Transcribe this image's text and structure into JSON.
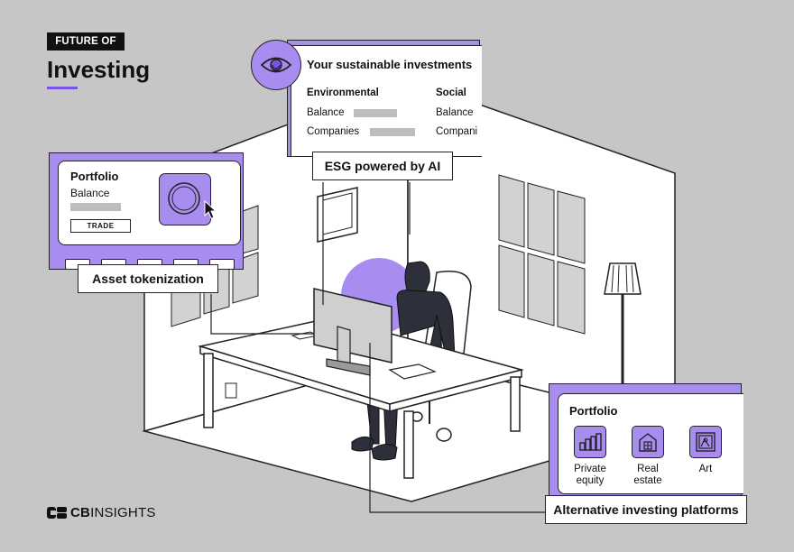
{
  "header": {
    "tag": "FUTURE OF",
    "title": "Investing"
  },
  "esg_card": {
    "title": "Your sustainable investments",
    "columns": [
      {
        "heading": "Environmental",
        "rows": [
          "Balance",
          "Companies"
        ]
      },
      {
        "heading": "Social",
        "rows": [
          "Balance",
          "Compani"
        ]
      }
    ],
    "icon": "eye-icon"
  },
  "trade_card": {
    "title": "Portfolio",
    "subtitle": "Balance",
    "button": "TRADE",
    "icon": "coin-icon"
  },
  "alt_card": {
    "title": "Portfolio",
    "items": [
      {
        "label_line1": "Private",
        "label_line2": "equity",
        "icon": "bar-chart-icon"
      },
      {
        "label_line1": "Real",
        "label_line2": "estate",
        "icon": "building-icon"
      },
      {
        "label_line1": "Art",
        "label_line2": "",
        "icon": "picture-icon"
      }
    ]
  },
  "callouts": {
    "esg": "ESG powered by AI",
    "tokenization": "Asset tokenization",
    "alternative": "Alternative investing platforms"
  },
  "brand": {
    "name_bold": "CB",
    "name_rest": "INSIGHTS"
  },
  "colors": {
    "background": "#c6c6c6",
    "accent": "#a88cf0",
    "accent_dark": "#7b52e8",
    "ink": "#111111"
  }
}
